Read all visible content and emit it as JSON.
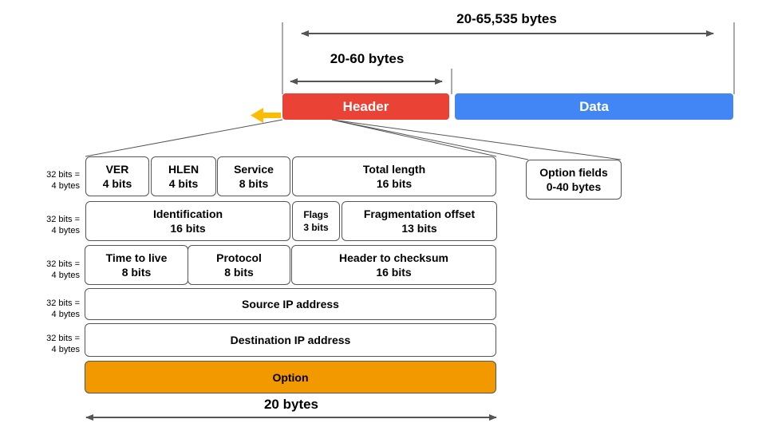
{
  "dimensions": {
    "total": "20-65,535 bytes",
    "header_range": "20-60 bytes",
    "base": "20 bytes"
  },
  "bars": {
    "header": "Header",
    "data": "Data"
  },
  "colors": {
    "header": "#ea4335",
    "data": "#4285f4",
    "option": "#f29900",
    "arrow": "#fbbc04"
  },
  "option_fields": {
    "line1": "Option fields",
    "line2": "0-40 bytes"
  },
  "row_labels": [
    {
      "l1": "32 bits =",
      "l2": "4 bytes"
    },
    {
      "l1": "32 bits =",
      "l2": "4 bytes"
    },
    {
      "l1": "32 bits =",
      "l2": "4 bytes"
    },
    {
      "l1": "32 bits =",
      "l2": "4 bytes"
    },
    {
      "l1": "32 bits =",
      "l2": "4 bytes"
    }
  ],
  "fields": {
    "ver": {
      "name": "VER",
      "bits": "4 bits"
    },
    "hlen": {
      "name": "HLEN",
      "bits": "4 bits"
    },
    "service": {
      "name": "Service",
      "bits": "8 bits"
    },
    "total_length": {
      "name": "Total length",
      "bits": "16 bits"
    },
    "identification": {
      "name": "Identification",
      "bits": "16 bits"
    },
    "flags": {
      "name": "Flags",
      "bits": "3 bits"
    },
    "frag_offset": {
      "name": "Fragmentation offset",
      "bits": "13 bits"
    },
    "ttl": {
      "name": "Time to live",
      "bits": "8 bits"
    },
    "protocol": {
      "name": "Protocol",
      "bits": "8 bits"
    },
    "checksum": {
      "name": "Header to checksum",
      "bits": "16 bits"
    },
    "source_ip": {
      "name": "Source IP address"
    },
    "dest_ip": {
      "name": "Destination  IP address"
    },
    "option": {
      "name": "Option"
    }
  }
}
